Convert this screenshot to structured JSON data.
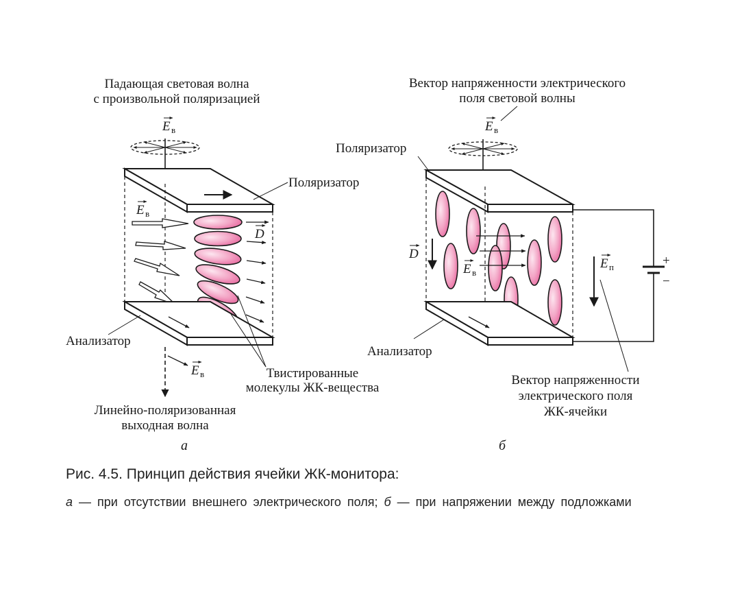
{
  "panel_a": {
    "incident_line1": "Падающая световая волна",
    "incident_line2": "с произвольной поляризацией",
    "vec_e": "E",
    "vec_sub": "в",
    "polarizer": "Поляризатор",
    "vec_d": "D",
    "analyzer": "Анализатор",
    "molecules_line1": "Твистированные",
    "molecules_line2": "молекулы ЖК-вещества",
    "output_line1": "Линейно-поляризованная",
    "output_line2": "выходная волна",
    "letter": "а"
  },
  "panel_b": {
    "vector_line1": "Вектор напряженности электрического",
    "vector_line2": "поля световой волны",
    "vec_e": "E",
    "vec_sub": "в",
    "polarizer": "Поляризатор",
    "vec_d": "D",
    "field_vec": "E",
    "field_sub": "п",
    "plus": "+",
    "minus": "−",
    "analyzer": "Анализатор",
    "cell_line1": "Вектор напряженности",
    "cell_line2": "электрического поля",
    "cell_line3": "ЖК-ячейки",
    "letter": "б"
  },
  "caption": {
    "title": "Рис. 4.5. Принцип действия ячейки ЖК-монитора:",
    "a_letter": "а",
    "a_text": " — при отсутствии внешнего электрического поля; ",
    "b_letter": "б",
    "b_text": " — при напряжении между подложками"
  },
  "colors": {
    "ink": "#1a1a1a",
    "molecule_fill": "#e6609a",
    "molecule_light": "#fde6f0"
  }
}
